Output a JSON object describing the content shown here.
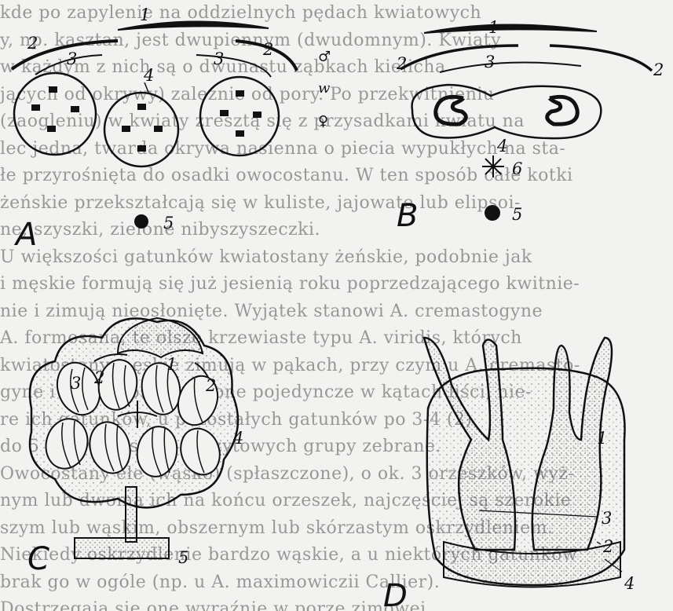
{
  "background_text": [
    "kde po zapylenie na oddzielnych pędach kwiatowych",
    "y,  np. kasztan, jest dwupiennym (dwudomnym). Kwiaty",
    "w każdym z nich są o dwunastu ząbkach kielicha",
    "jących od okrywy) zależnie od pory. Po przekwitnieniu",
    "(zaogleniu) w kwiaty zresztą się z przysadkami kwiatu na",
    "lec jedna, twarda okrywa nasienna o piecia wypukłych na sta-",
    "łe przyrośnięta do osadki owocostanu. W ten sposób całe kotki",
    "żeńskie przekształcają się w kuliste, jajowate lub elipsoi-",
    "ne, szyszki, zielone nibyszyszeczki.",
    "U większości gatunków kwiatostany żeńskie, podobnie jak",
    "i męskie formują się już jesienią roku poprzedzającego kwitnie-",
    "nie i zimują nieosłonięte. Wyjątek stanowi A. cremastogyne",
    "A. formosana, te olsze krzewiaste typu A. viridis, których",
    "kwiatostany męskie zimują w pąkach, przy czym u A. cremasto-",
    "gyne i A. formosana są one pojedyncze w kątach liści, nie-",
    "re ich gatunków, u pozostałych gatunków po 3-4 (2)",
    "do 5 na (w kłosach) szczytowych grupy zebrane.",
    "Owocostany ełe (wąsko)  (spłaszczone), o ok. 3 orzeszków, wyż-",
    "nym lub dwoma ich na końcu orzeszek, najczęściej są szerokie",
    "szym lub wąskim, obszernym lub skórzastym oskrzydleniem.",
    "Niekiedy oskrzydlenie bardzo wąskie, a u niektórych gatunków",
    "brak go w ogóle (np. u A. maximowiczii Callier).",
    "  Dostrzegają się one wyraźnie w porze zimowej"
  ],
  "labels": {
    "A": {
      "letter": "A",
      "n1": "1",
      "n2a": "2",
      "n2b": "2",
      "n3a": "3",
      "n3b": "3",
      "n4": "4",
      "n5": "5"
    },
    "B": {
      "letter": "B",
      "n1": "1",
      "n2a": "2",
      "n2b": "2",
      "n3": "3",
      "n4": "4",
      "n5": "5",
      "n6": "6"
    },
    "C": {
      "letter": "C",
      "n1": "1",
      "n2a": "2",
      "n2b": "2",
      "n3": "3",
      "n4": "4",
      "n5": "5"
    },
    "D": {
      "letter": "D",
      "n1": "1",
      "n2": "2",
      "n3": "3",
      "n4": "4"
    }
  },
  "legend_symbols": {
    "male": "♂",
    "w": "w",
    "female": "♀"
  },
  "ink_color": "#111111",
  "paper_color": "#f2f2f0"
}
